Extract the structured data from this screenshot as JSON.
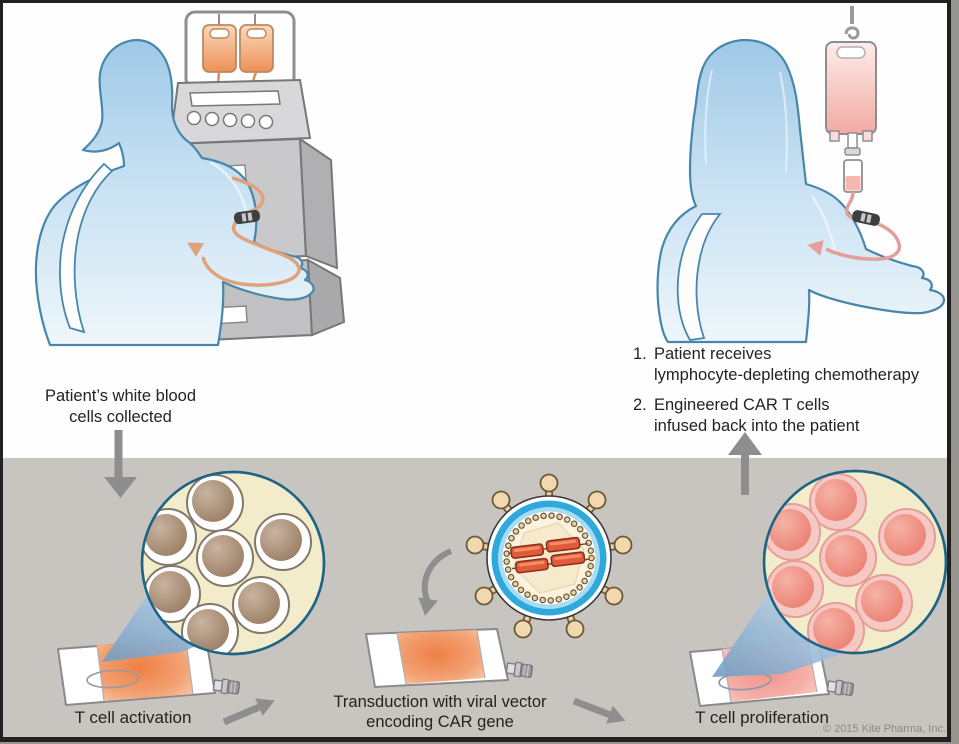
{
  "labels": {
    "collection": {
      "line1": "Patient’s white blood",
      "line2": "cells collected"
    },
    "infusion_step1": {
      "num": "1.",
      "line1": "Patient receives",
      "line2": "lymphocyte-depleting chemotherapy"
    },
    "infusion_step2": {
      "num": "2.",
      "line1": "Engineered CAR T cells",
      "line2": "infused back into the patient"
    },
    "activation": "T cell activation",
    "transduction": {
      "line1": "Transduction with viral vector",
      "line2": "encoding CAR gene"
    },
    "proliferation": "T cell proliferation",
    "copyright": "© 2015 Kite Pharma, Inc."
  },
  "colors": {
    "band_gray": "#c8c5c1",
    "silhouette_blue": "#a3cbe8",
    "silhouette_outline": "#4886ab",
    "bag_orange": "#ef8752",
    "bag_pink": "#f2958c",
    "iv_bag_pink": "#f2aba3",
    "virus_blue": "#2fa9dc",
    "virus_capsid": "#f7e9cb",
    "gene_rod_red": "#e25a3c",
    "cell_core_brown": "#9c8069",
    "cell_core_pink": "#ec8478",
    "magnifier_ring": "#1d6486",
    "cone_blue": "#7aa3c8",
    "arrow_gray": "#8e8e8e",
    "text": "#262220"
  },
  "figures": {
    "left_scene": "patient connected to apheresis machine collecting white blood cells",
    "right_scene": "patient receiving infusion from IV bag",
    "bottom_left": "magnified T cells over activation culture bag",
    "bottom_middle": "viral vector particle above transduction culture bag",
    "bottom_right": "magnified CAR T cells over proliferation culture bag"
  }
}
